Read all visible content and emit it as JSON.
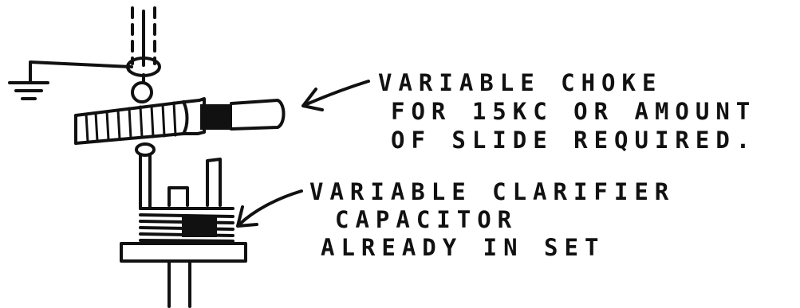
{
  "annotations": {
    "choke": {
      "lines": [
        "VARIABLE CHOKE",
        "FOR 15KC OR AMOUNT",
        "OF SLIDE REQUIRED."
      ]
    },
    "clarifier": {
      "lines": [
        "VARIABLE CLARIFIER",
        "CAPACITOR",
        "ALREADY IN SET"
      ]
    }
  },
  "components": [
    {
      "name": "ground",
      "icon": "ground-icon"
    },
    {
      "name": "antenna-lead",
      "icon": "dashed-lead-icon"
    },
    {
      "name": "variable-choke",
      "icon": "coil-form-icon"
    },
    {
      "name": "clarifier-capacitor",
      "icon": "variable-capacitor-icon"
    }
  ],
  "colors": {
    "ink": "#111111",
    "paper": "#ffffff"
  }
}
